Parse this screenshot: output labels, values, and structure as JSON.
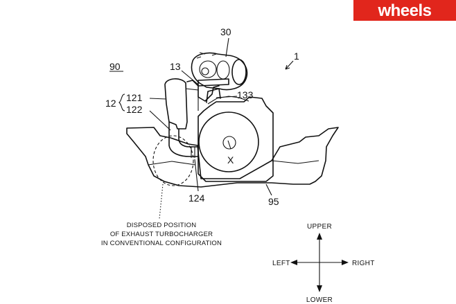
{
  "brand": {
    "logo_text": "wheels",
    "logo_bg": "#e1261c",
    "logo_fg": "#ffffff"
  },
  "figure": {
    "ref_overall": "1",
    "ref_90": "90",
    "ref_30": "30",
    "ref_13": "13",
    "ref_133": "133",
    "ref_12": "12",
    "ref_121": "121",
    "ref_122": "122",
    "ref_124": "124",
    "ref_95": "95",
    "ref_x": "X",
    "caption_line1": "DISPOSED POSITION",
    "caption_line2": "OF EXHAUST TURBOCHARGER",
    "caption_line3": "IN CONVENTIONAL CONFIGURATION"
  },
  "directions": {
    "upper": "UPPER",
    "lower": "LOWER",
    "left": "LEFT",
    "right": "RIGHT"
  }
}
